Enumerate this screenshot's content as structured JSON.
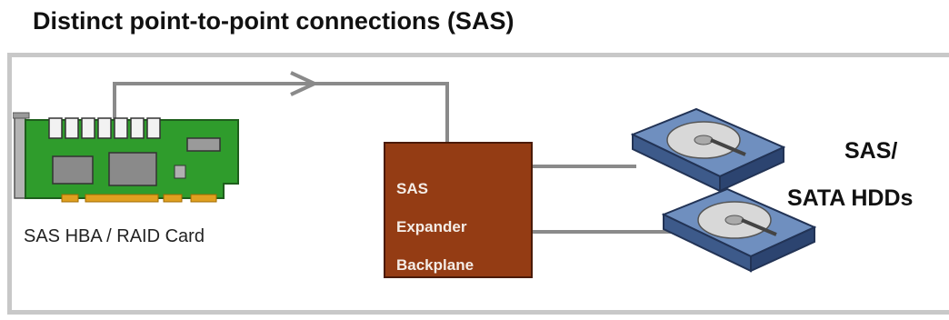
{
  "title": "Distinct point-to-point connections (SAS)",
  "hba": {
    "label": "SAS HBA / RAID Card",
    "icon": "raid-card-icon",
    "pcb_color": "#2f9c2c"
  },
  "expander": {
    "line1": "SAS",
    "line2": "Expander",
    "line3": "Backplane",
    "color": "#943c14"
  },
  "drives": {
    "line1": "SAS/",
    "line2": "SATA HDDs",
    "icon": "hard-disk-icon"
  },
  "connections": [
    {
      "from": "hba",
      "to": "expander",
      "style": "arrow"
    },
    {
      "from": "expander",
      "to": "drive-top",
      "style": "line"
    },
    {
      "from": "expander",
      "to": "drive-bottom",
      "style": "line"
    }
  ]
}
